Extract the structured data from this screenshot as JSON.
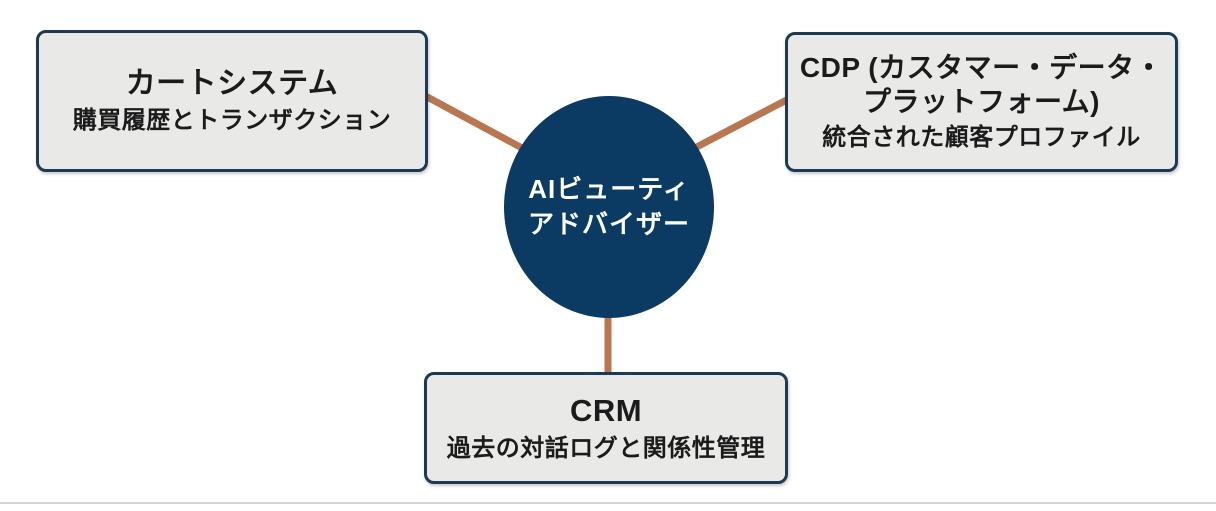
{
  "diagram": {
    "center": {
      "line1": "AIビューティ",
      "line2": "アドバイザー"
    },
    "nodes": {
      "cart": {
        "title": "カートシステム",
        "subtitle": "購買履歴とトランザクション"
      },
      "cdp": {
        "title_line1": "CDP (カスタマー・データ・",
        "title_line2": "プラットフォーム)",
        "subtitle": "統合された顧客プロファイル"
      },
      "crm": {
        "title": "CRM",
        "subtitle": "過去の対話ログと関係性管理"
      }
    },
    "colors": {
      "circle_fill": "#0b3a63",
      "circle_text": "#ffffff",
      "connector": "#b87750",
      "box_fill": "#e9e9e8",
      "box_border": "#1d3a52",
      "text": "#1b1b1b",
      "divider": "#d3d3d3"
    }
  }
}
